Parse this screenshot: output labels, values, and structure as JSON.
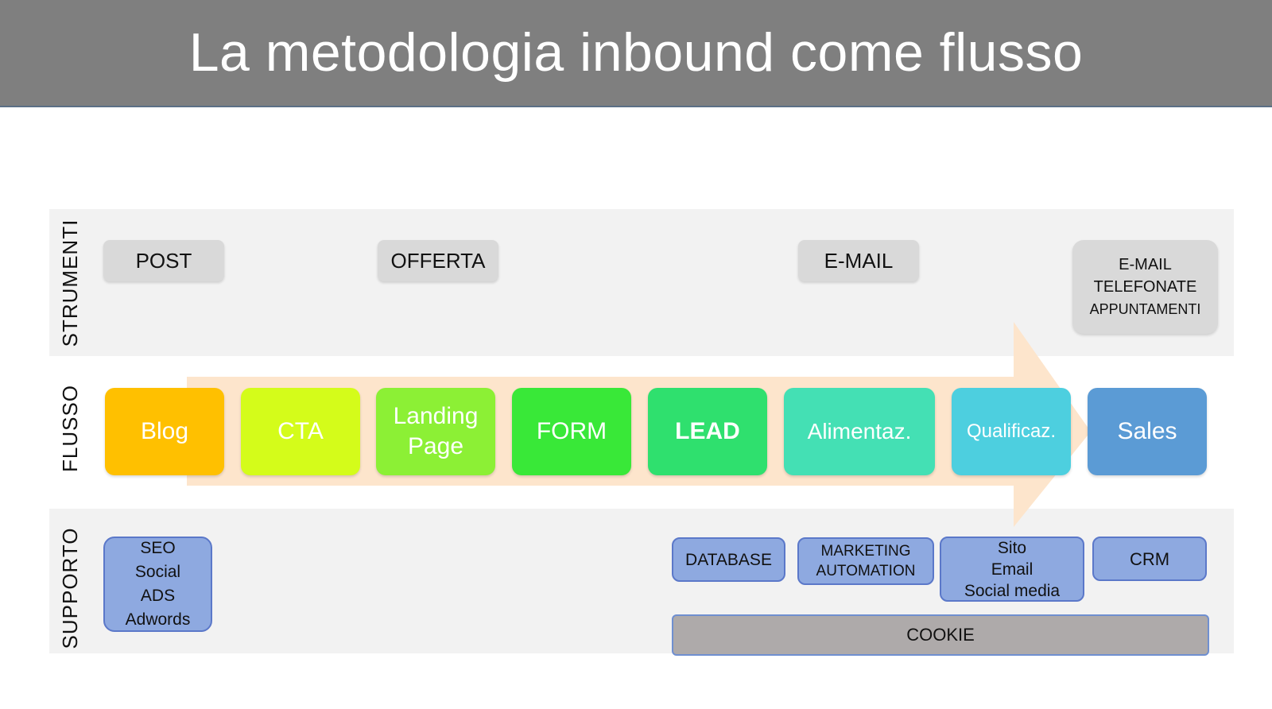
{
  "title": "La metodologia inbound come flusso",
  "rows": {
    "strumenti": "STRUMENTI",
    "flusso": "FLUSSO",
    "supporto": "SUPPORTO"
  },
  "strumenti": {
    "post": "POST",
    "offerta": "OFFERTA",
    "email": "E-MAIL",
    "contact_lines": [
      "E-MAIL",
      "TELEFONATE",
      "APPUNTAMENTI"
    ]
  },
  "flusso": [
    {
      "label": "Blog",
      "color": "#ffc000"
    },
    {
      "label": "CTA",
      "color": "#d4fc1a"
    },
    {
      "label_lines": [
        "Landing",
        "Page"
      ],
      "color": "#8cf035"
    },
    {
      "label": "FORM",
      "color": "#39e838"
    },
    {
      "label": "LEAD",
      "color": "#2fe06e"
    },
    {
      "label": "Alimentaz.",
      "color": "#44e0b4"
    },
    {
      "label": "Qualificaz.",
      "color": "#4dcfdf"
    },
    {
      "label": "Sales",
      "color": "#5b9bd5"
    }
  ],
  "supporto": {
    "seo_lines": [
      "SEO",
      "Social",
      "ADS",
      "Adwords"
    ],
    "database": "DATABASE",
    "marketing_lines": [
      "MARKETING",
      "AUTOMATION"
    ],
    "sito_lines": [
      "Sito",
      "Email",
      "Social media"
    ],
    "crm": "CRM",
    "cookie": "COOKIE"
  },
  "colors": {
    "header": "#7f7f7f",
    "band": "#f2f2f2",
    "arrow": "#fde5cc",
    "chip": "#d9d9d9",
    "support": "#8ea9e0",
    "cookie": "#aeaaaa"
  }
}
